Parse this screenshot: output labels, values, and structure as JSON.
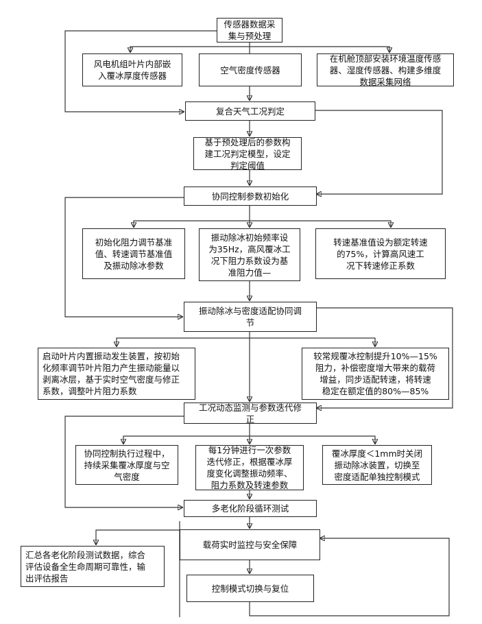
{
  "nodes": {
    "n1": "传感器数据采\n集与预处理",
    "n2a": "风电机组叶片内部嵌\n入覆冰厚度传感器",
    "n2b": "空气密度传感器",
    "n2c": "在机舱顶部安装环境温度传感\n器、湿度传感器、构建多维度\n数据采集网络",
    "n3": "复合天气工况判定",
    "n4": "基于预处理后的参数构\n建工况判定模型，设定\n判定阈值",
    "n5": "协同控制参数初始化",
    "n6a": "初始化阻力调节基准\n值、转速调节基准值\n及振动除冰参数",
    "n6b": "振动除冰初始频率设\n为35Hz，高风覆冰工\n况下阻力系数设为基\n准阻力值—",
    "n6c": "转速基准值设为额定转速\n的75%，计算高风速工\n况下转速修正系数",
    "n7": "振动除冰与密度适配协同调\n节",
    "n8a": "启动叶片内置振动发生装置，按初始\n化频率调节叶片阻力产生振动能量以\n剥离冰层，基于实时空气密度与修正\n系数，调整叶片阻力系数",
    "n8b": "较常规覆冰控制提升10%—15%\n阻力，补偿密度增大带来的载荷\n增益，同步适配转速，将转速\n稳定在额定值的80%—85%",
    "n9": "工况动态监测与参数迭代修\n正",
    "n10a": "协同控制执行过程中，\n持续采集覆冰厚度与空\n气密度",
    "n10b": "每1分钟进行一次参数\n迭代修正，根据覆冰厚\n度变化调整振动频率、\n阻力系数及转速参数",
    "n10c": "覆冰厚度＜1mm时关闭\n振动除冰装置，切换至\n密度适配单独控制模式",
    "n11": "多老化阶段循环测试",
    "n12": "载荷实时监控与安全保障",
    "n13": "汇总各老化阶段测试数据，综合\n评估设备全生命周期可靠性，输\n出评估报告",
    "n14": "控制模式切换与复位"
  }
}
